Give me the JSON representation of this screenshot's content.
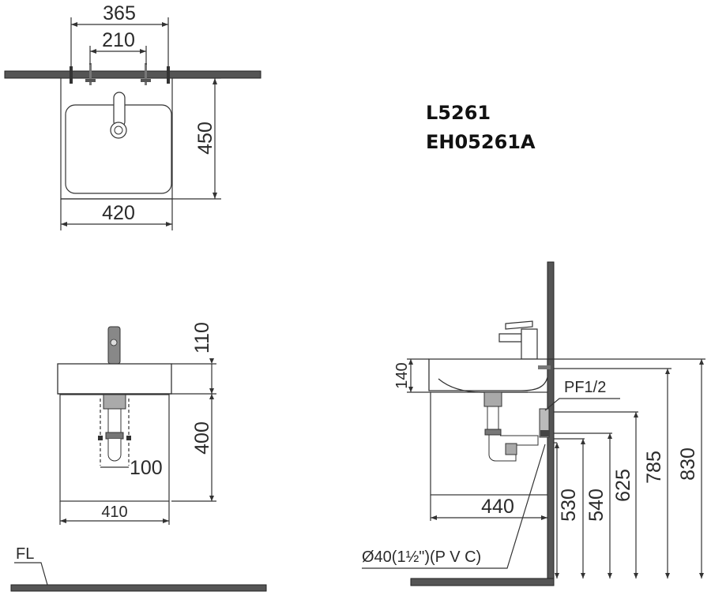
{
  "models": {
    "line1": "L5261",
    "line2": "EH05261A"
  },
  "top_view": {
    "dim_365": "365",
    "dim_210": "210",
    "dim_450": "450",
    "dim_420": "420"
  },
  "front_view": {
    "dim_110": "110",
    "dim_400": "400",
    "dim_100": "100",
    "dim_410": "410",
    "floor_label": "FL"
  },
  "side_view": {
    "dim_140": "140",
    "pf_label": "PF1/2",
    "dim_440": "440",
    "dim_530": "530",
    "dim_540": "540",
    "dim_625": "625",
    "dim_785": "785",
    "dim_830": "830",
    "drain_label": "Ø40(1½\")(P V C)"
  }
}
